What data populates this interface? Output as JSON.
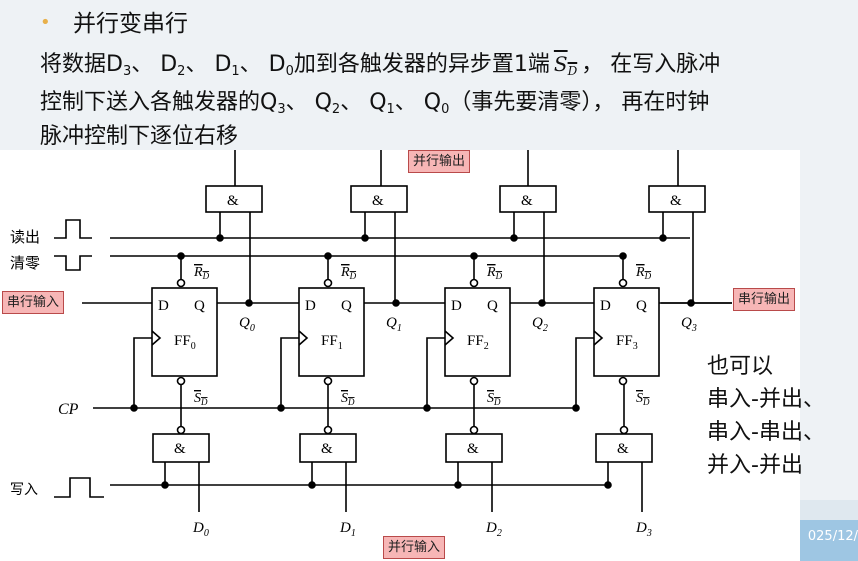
{
  "slide": {
    "bullet_symbol": "•",
    "title": "并行变串行",
    "line1_a": "将数据D",
    "line1_b": "、 D",
    "line1_c": "、 D",
    "line1_d": "、 D",
    "line1_e": "加到各触发器的异步置1端",
    "line1_f": "， 在写入脉冲",
    "sd_S": "S",
    "sd_D": "D",
    "sub3": "3",
    "sub2": "2",
    "sub1": "1",
    "sub0": "0",
    "line2_a": "控制下送入各触发器的Q",
    "line2_b": "、 Q",
    "line2_c": "、 Q",
    "line2_d": "、 Q",
    "line2_e": "（事先要清零）， 再在时钟",
    "line3": "脉冲控制下逐位右移",
    "date": "025/12/"
  },
  "circuit": {
    "tag_parallel_out": "并行输出",
    "tag_serial_in": "串行输入",
    "tag_serial_out": "串行输出",
    "tag_parallel_in": "并行输入",
    "label_read": "读出",
    "label_clear": "清零",
    "label_write": "写入",
    "label_cp": "CP",
    "gate_symbol": "&",
    "d_label": "D",
    "q_label": "Q",
    "rd_main": "R",
    "sd_main": "S",
    "sub_D": "D",
    "ff_main": "FF",
    "ff_subs": [
      "0",
      "1",
      "2",
      "3"
    ],
    "q_outputs": [
      "Q",
      "Q",
      "Q",
      "Q"
    ],
    "q_subs": [
      "0",
      "1",
      "2",
      "3"
    ],
    "d_inputs": [
      "D",
      "D",
      "D",
      "D"
    ],
    "d_subs": [
      "0",
      "1",
      "2",
      "3"
    ]
  },
  "side_note": {
    "line1": "也可以",
    "line2": "串入-并出、",
    "line3": "串入-串出、",
    "line4": "并入-并出"
  }
}
